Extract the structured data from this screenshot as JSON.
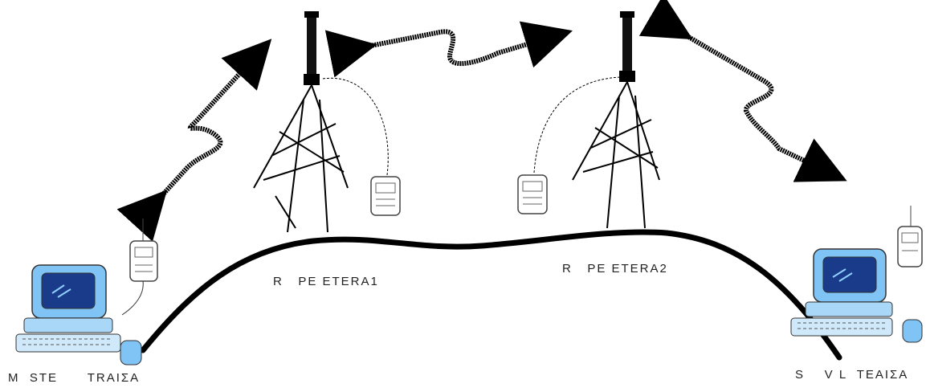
{
  "labels": {
    "master": "M  STE      TRΑΙΣΑ",
    "repeater1": "R   PE ETERΑ1",
    "repeater2": "R   PE ETERΑ2",
    "slave": "S    V L  TEΑΙΣΑ"
  },
  "icons": {
    "tower": "radio-tower-icon",
    "radio": "radio-modem-icon",
    "computer": "desktop-computer-icon",
    "link": "wireless-link-arrow-icon"
  },
  "colors": {
    "line": "#000000",
    "screen_blue": "#1e90ff",
    "screen_dark": "#1a3a8a",
    "device_outline": "#333333"
  }
}
